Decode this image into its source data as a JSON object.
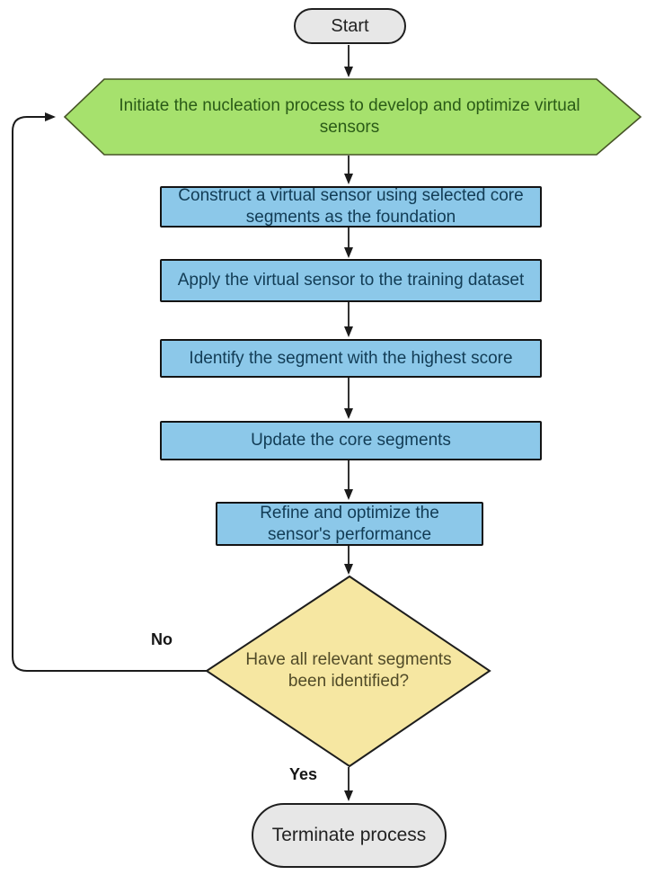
{
  "flowchart": {
    "nodes": {
      "start": "Start",
      "initiate": "Initiate the nucleation process to develop and optimize virtual sensors",
      "construct": "Construct a virtual sensor using selected core segments as the foundation",
      "apply": "Apply the virtual sensor to the training dataset",
      "identify": "Identify the segment with the highest score",
      "update": "Update the core segments",
      "refine": "Refine and optimize the sensor's performance",
      "decision": "Have all relevant segments been identified?",
      "terminate": "Terminate process"
    },
    "edge_labels": {
      "no": "No",
      "yes": "Yes"
    },
    "colors": {
      "terminal_fill": "#e7e7e7",
      "process_fill": "#8cc8e9",
      "process_text": "#123c55",
      "hexagon_fill": "#a6e16d",
      "hexagon_border": "#465426",
      "hexagon_text": "#2a5b17",
      "decision_fill": "#f6e7a2",
      "decision_text": "#514b28",
      "line": "#1b1b1b",
      "background": "#ffffff"
    }
  }
}
